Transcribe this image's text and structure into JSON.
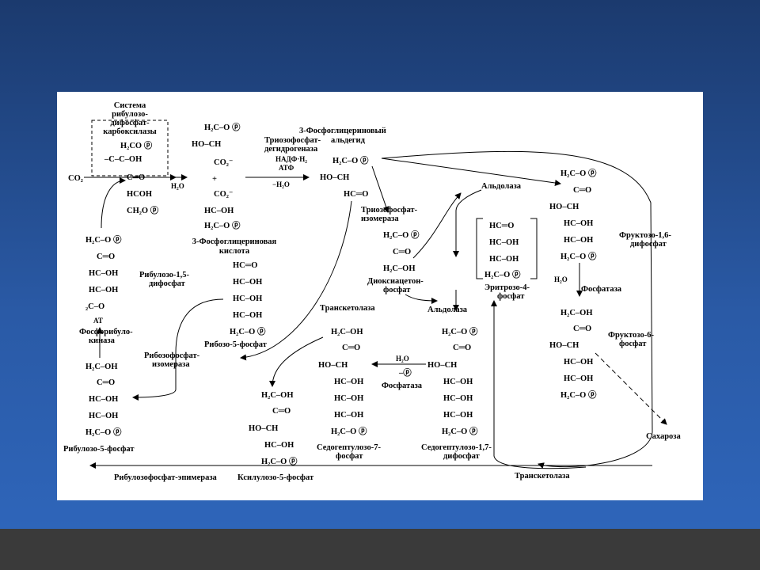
{
  "labels": {
    "rubisco": [
      "Система",
      "рибулозо-",
      "дифосфат-",
      "карбоксилазы"
    ],
    "co2": "CO₂",
    "h2o": "H₂O",
    "pga": [
      "3-Фосфоглицериновая",
      "кислота"
    ],
    "gapdh": [
      "Триозофосфат-",
      "дегидрогеназа",
      "НАДФ·H₂",
      "АТФ",
      "−H₂O"
    ],
    "g3p": [
      "3-Фосфоглицериновый",
      "альдегид"
    ],
    "tpi": [
      "Триозофосфат-",
      "изомераза"
    ],
    "dhap": [
      "Диоксиацетон-",
      "фосфат"
    ],
    "aldolase1": "Альдолаза",
    "aldolase2": "Альдолаза",
    "fbp": [
      "Фруктозо-1,6-",
      "дифосфат"
    ],
    "fbpase": "Фосфатаза",
    "f6p": [
      "Фруктозо-6-",
      "фосфат"
    ],
    "sucrose": "Сахароза",
    "e4p": [
      "Эритрозо-4-",
      "фосфат"
    ],
    "sbp": [
      "Седогептулозо-1,7-",
      "дифосфат"
    ],
    "s7p": [
      "Седогептулозо-7-",
      "фосфат"
    ],
    "sbpase": "Фосфатаза",
    "transketolase1": "Транскетолаза",
    "transketolase2": "Транскетолаза",
    "r5p": "Рибозо-5-фосфат",
    "rpi": [
      "Рибозофосфат-",
      "изомераза"
    ],
    "x5p": "Ксилулозо-5-фосфат",
    "epimerase": "Рибулозофосфат-эпимераза",
    "ru5p": "Рибулозо-5-фосфат",
    "prk": [
      "Фосфорибуло-",
      "киназа"
    ],
    "atp": "AT",
    "rubp": [
      "Рибулозо-1,5-",
      "дифосфат"
    ]
  }
}
